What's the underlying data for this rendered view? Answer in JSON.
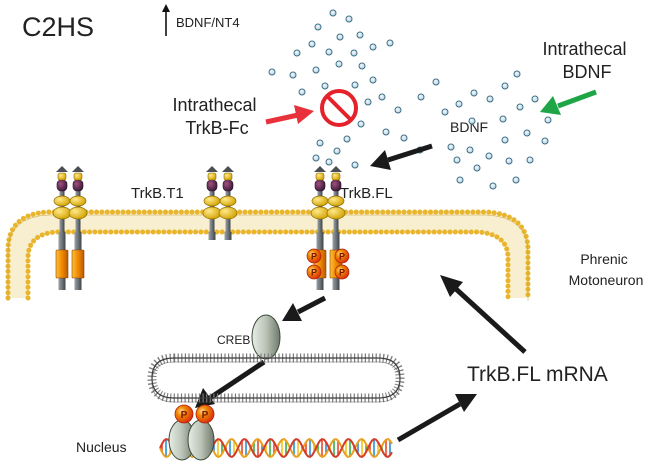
{
  "title": "C2HS",
  "bdnf_nt4_label": "BDNF/NT4",
  "intrathecal_trkb_fc": {
    "line1": "Intrathecal",
    "line2": "TrkB-Fc"
  },
  "intrathecal_bdnf": {
    "line1": "Intrathecal",
    "line2": "BDNF"
  },
  "bdnf_label": "BDNF",
  "trkb_t1_label": "TrkB.T1",
  "trkb_fl_label": "TrkB.FL",
  "cell_label": {
    "line1": "Phrenic",
    "line2": "Motoneuron"
  },
  "creb_label": "CREB",
  "nucleus_label": "Nucleus",
  "mrna_label": "TrkB.FL mRNA",
  "phospho_label": "P",
  "colors": {
    "dot_fill": "#cfe3ef",
    "dot_stroke": "#3d6e86",
    "membrane": "#e9b52c",
    "no_sign": "#e5222a",
    "red_arrow": "#e8313b",
    "green_arrow": "#1ea646",
    "black_arrow": "#1a1a1a"
  },
  "icons": [
    "up-arrow-icon",
    "no-sign-icon",
    "phospho-icon"
  ]
}
